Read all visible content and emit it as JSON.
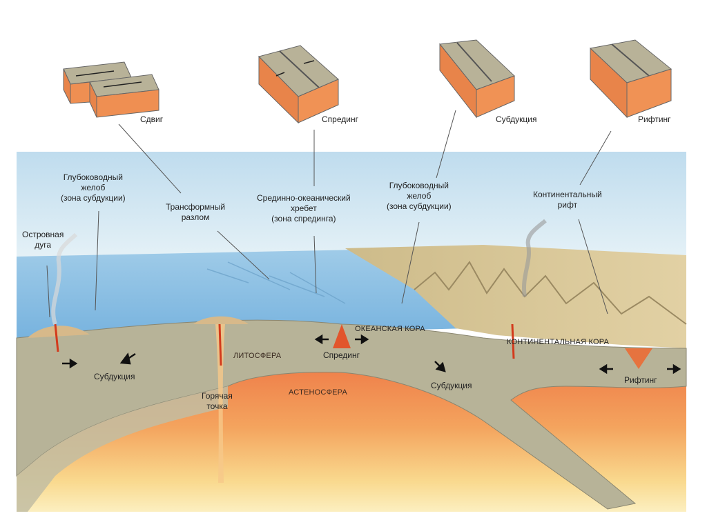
{
  "blocks": {
    "shear": "Сдвиг",
    "spreading": "Спрединг",
    "subduction": "Субдукция",
    "rifting": "Рифтинг"
  },
  "labels": {
    "trench_left": [
      "Глубоководный",
      "желоб",
      "(зона субдукции)"
    ],
    "island_arc": [
      "Островная",
      "дуга"
    ],
    "transform_fault": [
      "Трансформный",
      "разлом"
    ],
    "mid_ocean_ridge": [
      "Срединно-океанический",
      "хребет",
      "(зона спрединга)"
    ],
    "trench_right": [
      "Глубоководный",
      "желоб",
      "(зона субдукции)"
    ],
    "continental_rift": [
      "Континентальный",
      "рифт"
    ],
    "oceanic_crust": "ОКЕАНСКАЯ КОРА",
    "lithosphere": "ЛИТОСФЕРА",
    "spreading_center": "Спрединг",
    "continental_crust": "КОНТИНЕНТАЛЬНАЯ КОРА",
    "subduction_left": "Субдукция",
    "subduction_right": "Субдукция",
    "hot_spot": [
      "Горячая",
      "точка"
    ],
    "asthenosphere": "АСТЕНОСФЕРА",
    "rifting_center": "Рифтинг"
  },
  "colors": {
    "sky": "#cfe6f2",
    "ocean": "#8fc3e6",
    "lithosphere": "#b9b49a",
    "asthenosphere_top": "#ef7d4a",
    "asthenosphere_mid": "#f6b36a",
    "asthenosphere_deep": "#fbe9a6",
    "land": "#d8c79a",
    "block_top": "#b8b298",
    "block_side": "#e8844a"
  }
}
